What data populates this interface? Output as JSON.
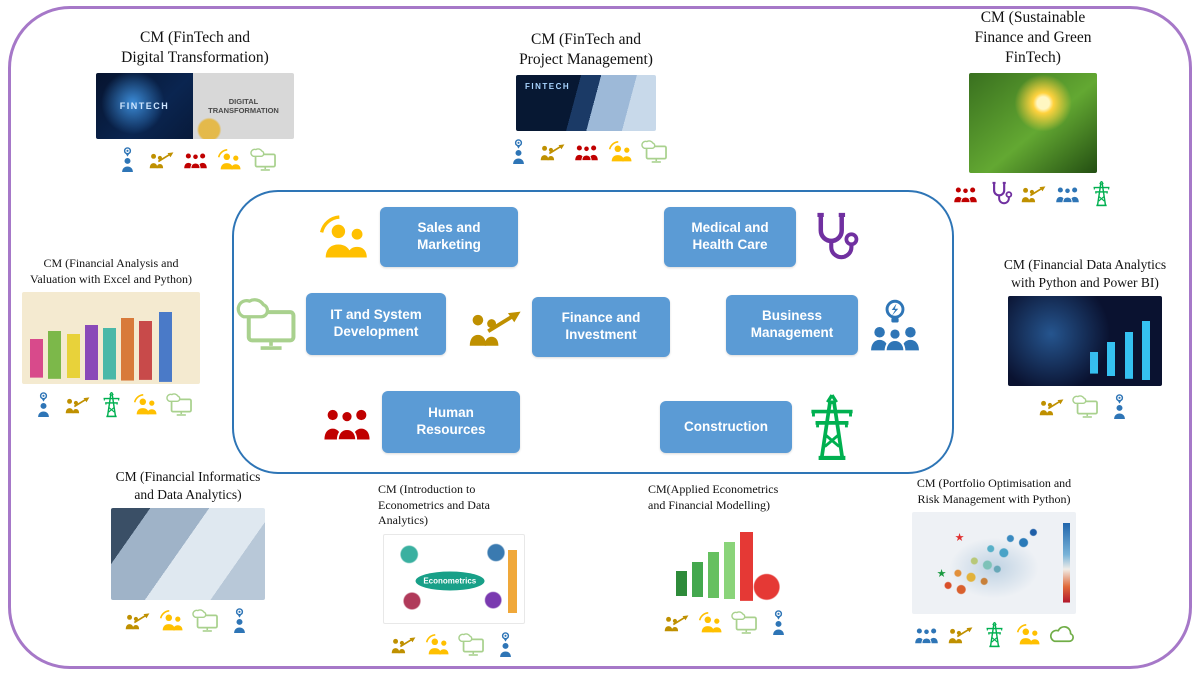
{
  "central": {
    "sectors": [
      {
        "label": "Sales and\nMarketing",
        "icons": [
          {
            "type": "people-pair",
            "name": "customers-icon",
            "color": "#FFC000"
          }
        ]
      },
      {
        "label": "Medical and\nHealth Care",
        "icons": [
          {
            "type": "stethoscope",
            "name": "stethoscope-icon",
            "color": "#7030A0"
          }
        ]
      },
      {
        "label": "IT and System\nDevelopment",
        "icons": [
          {
            "type": "monitor-cloud",
            "name": "cloud-computing-icon",
            "color": "#A9D18E"
          }
        ]
      },
      {
        "label": "Finance and\nInvestment",
        "icons": [
          {
            "type": "people-growth",
            "name": "workforce-growth-icon",
            "color": "#BF9000"
          }
        ]
      },
      {
        "label": "Business\nManagement",
        "icons": [
          {
            "type": "bulb-people",
            "name": "team-idea-icon",
            "color": "#2E75B6"
          }
        ]
      },
      {
        "label": "Human\nResources",
        "icons": [
          {
            "type": "people-group",
            "name": "human-resources-icon",
            "color": "#C00000"
          }
        ]
      },
      {
        "label": "Construction",
        "icons": [
          {
            "type": "tower",
            "name": "transmission-tower-icon",
            "color": "#00B050"
          }
        ]
      }
    ]
  },
  "modules": [
    {
      "title_lines": [
        "CM (FinTech and",
        "Digital Transformation)"
      ],
      "image_texts": [
        "FINTECH",
        "DIGITAL TRANSFORMATION"
      ],
      "icons": [
        {
          "type": "person-pin",
          "name": "person-location-icon",
          "color": "#2E75B6"
        },
        {
          "type": "people-growth",
          "name": "workforce-growth-icon",
          "color": "#BF9000"
        },
        {
          "type": "people-group",
          "name": "human-resources-icon",
          "color": "#C00000"
        },
        {
          "type": "people-pair",
          "name": "customers-icon",
          "color": "#FFC000"
        },
        {
          "type": "monitor-cloud",
          "name": "cloud-computing-icon",
          "color": "#A9D18E"
        }
      ]
    },
    {
      "title_lines": [
        "CM (FinTech and",
        "Project Management)"
      ],
      "image_texts": [
        "FINTECH"
      ],
      "icons": [
        {
          "type": "person-pin",
          "name": "person-location-icon",
          "color": "#2E75B6"
        },
        {
          "type": "people-growth",
          "name": "workforce-growth-icon",
          "color": "#BF9000"
        },
        {
          "type": "people-group",
          "name": "human-resources-icon",
          "color": "#C00000"
        },
        {
          "type": "people-pair",
          "name": "customers-icon",
          "color": "#FFC000"
        },
        {
          "type": "monitor-cloud",
          "name": "cloud-computing-icon",
          "color": "#A9D18E"
        }
      ]
    },
    {
      "title_lines": [
        "CM (Sustainable",
        "Finance and Green",
        "FinTech)"
      ],
      "image_texts": [],
      "icons": [
        {
          "type": "people-group",
          "name": "human-resources-icon",
          "color": "#C00000"
        },
        {
          "type": "stethoscope",
          "name": "stethoscope-icon",
          "color": "#7030A0"
        },
        {
          "type": "people-growth",
          "name": "workforce-growth-icon",
          "color": "#BF9000"
        },
        {
          "type": "people-group",
          "name": "team-icon",
          "color": "#2E75B6"
        },
        {
          "type": "tower",
          "name": "transmission-tower-icon",
          "color": "#00B050"
        }
      ]
    },
    {
      "title_lines": [
        "CM (Financial Analysis and",
        "Valuation with Excel and Python)"
      ],
      "image_texts": [],
      "icons": [
        {
          "type": "person-pin",
          "name": "person-location-icon",
          "color": "#2E75B6"
        },
        {
          "type": "people-growth",
          "name": "workforce-growth-icon",
          "color": "#BF9000"
        },
        {
          "type": "tower",
          "name": "transmission-tower-icon",
          "color": "#00B050"
        },
        {
          "type": "people-pair",
          "name": "customers-icon",
          "color": "#FFC000"
        },
        {
          "type": "monitor-cloud",
          "name": "cloud-computing-icon",
          "color": "#A9D18E"
        }
      ]
    },
    {
      "title_lines": [
        "CM (Financial Data Analytics",
        "with Python and Power BI)"
      ],
      "image_texts": [],
      "icons": [
        {
          "type": "people-growth",
          "name": "workforce-growth-icon",
          "color": "#BF9000"
        },
        {
          "type": "monitor-cloud",
          "name": "cloud-computing-icon",
          "color": "#A9D18E"
        },
        {
          "type": "person-pin",
          "name": "person-location-icon",
          "color": "#2E75B6"
        }
      ]
    },
    {
      "title_lines": [
        "CM (Financial Informatics",
        "and Data Analytics)"
      ],
      "image_texts": [],
      "icons": [
        {
          "type": "people-growth",
          "name": "workforce-growth-icon",
          "color": "#BF9000"
        },
        {
          "type": "people-pair",
          "name": "customers-icon",
          "color": "#FFC000"
        },
        {
          "type": "monitor-cloud",
          "name": "cloud-computing-icon",
          "color": "#A9D18E"
        },
        {
          "type": "person-pin",
          "name": "person-location-icon",
          "color": "#2E75B6"
        }
      ]
    },
    {
      "title_lines": [
        "CM (Introduction to",
        "Econometrics and Data",
        "Analytics)"
      ],
      "image_texts": [
        "Econometrics"
      ],
      "icons": [
        {
          "type": "people-growth",
          "name": "workforce-growth-icon",
          "color": "#BF9000"
        },
        {
          "type": "people-pair",
          "name": "customers-icon",
          "color": "#FFC000"
        },
        {
          "type": "monitor-cloud",
          "name": "cloud-computing-icon",
          "color": "#A9D18E"
        },
        {
          "type": "person-pin",
          "name": "person-location-icon",
          "color": "#2E75B6"
        }
      ]
    },
    {
      "title_lines": [
        "CM(Applied Econometrics",
        "and Financial Modelling)"
      ],
      "image_texts": [],
      "icons": [
        {
          "type": "people-growth",
          "name": "workforce-growth-icon",
          "color": "#BF9000"
        },
        {
          "type": "people-pair",
          "name": "customers-icon",
          "color": "#FFC000"
        },
        {
          "type": "monitor-cloud",
          "name": "cloud-computing-icon",
          "color": "#A9D18E"
        },
        {
          "type": "person-pin",
          "name": "person-location-icon",
          "color": "#2E75B6"
        }
      ]
    },
    {
      "title_lines": [
        "CM (Portfolio Optimisation and",
        "Risk Management with Python)"
      ],
      "image_texts": [],
      "icons": [
        {
          "type": "people-group",
          "name": "team-icon",
          "color": "#2E75B6"
        },
        {
          "type": "people-growth",
          "name": "workforce-growth-icon",
          "color": "#BF9000"
        },
        {
          "type": "tower",
          "name": "transmission-tower-icon",
          "color": "#00B050"
        },
        {
          "type": "people-pair",
          "name": "customers-icon",
          "color": "#FFC000"
        },
        {
          "type": "cloud",
          "name": "cloud-icon",
          "color": "#70AD47"
        }
      ]
    }
  ]
}
